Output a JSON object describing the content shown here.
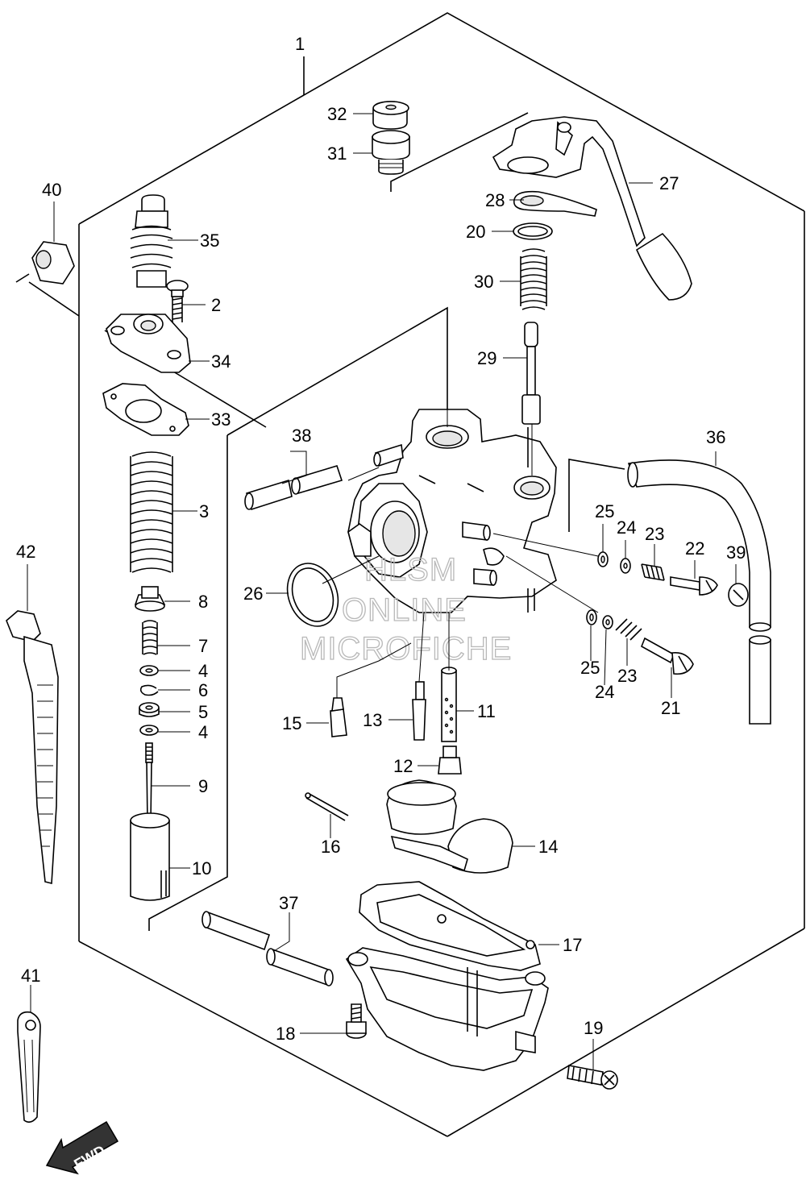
{
  "watermark": {
    "line1": "HLSM",
    "line2": "ONLINE",
    "line3": "MICROFICHE"
  },
  "fwd_label": "FWD",
  "callouts": {
    "c1": "1",
    "c2": "2",
    "c3": "3",
    "c4a": "4",
    "c4b": "4",
    "c5": "5",
    "c6": "6",
    "c7": "7",
    "c8": "8",
    "c9": "9",
    "c10": "10",
    "c11": "11",
    "c12": "12",
    "c13": "13",
    "c14": "14",
    "c15": "15",
    "c16": "16",
    "c17": "17",
    "c18": "18",
    "c19": "19",
    "c20": "20",
    "c21": "21",
    "c22": "22",
    "c23a": "23",
    "c23b": "23",
    "c24a": "24",
    "c24b": "24",
    "c25a": "25",
    "c25b": "25",
    "c26": "26",
    "c27": "27",
    "c28": "28",
    "c29": "29",
    "c30": "30",
    "c31": "31",
    "c32": "32",
    "c33": "33",
    "c34": "34",
    "c35": "35",
    "c36": "36",
    "c37": "37",
    "c38": "38",
    "c39": "39",
    "c40": "40",
    "c41": "41",
    "c42": "42"
  }
}
